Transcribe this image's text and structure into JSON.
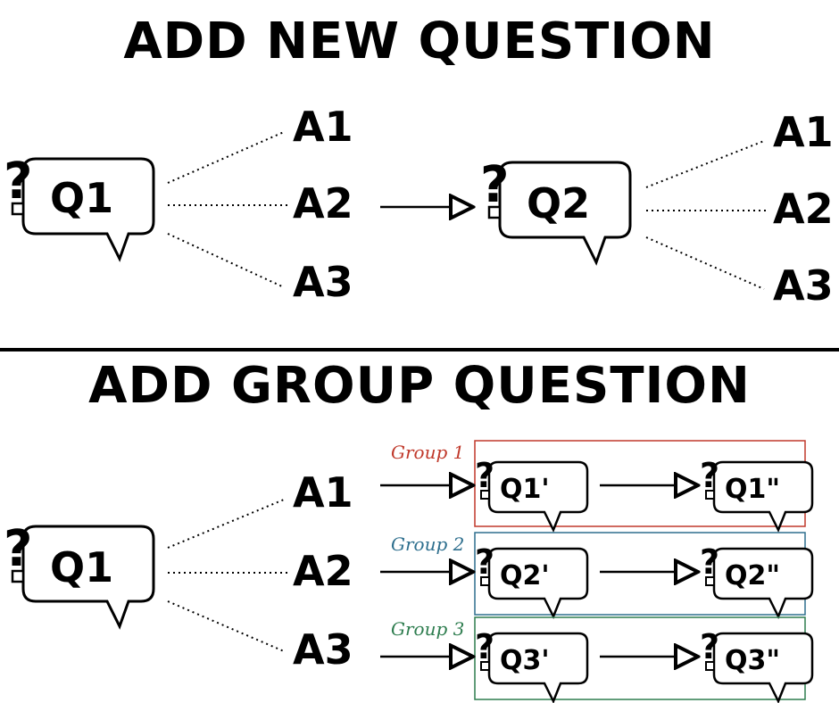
{
  "top": {
    "title": "ADD NEW QUESTION",
    "question1": "Q1",
    "answers1": [
      "A1",
      "A2",
      "A3"
    ],
    "question2": "Q2",
    "answers2": [
      "A1",
      "A2",
      "A3"
    ]
  },
  "bottom": {
    "title": "ADD GROUP QUESTION",
    "question": "Q1",
    "answers": [
      "A1",
      "A2",
      "A3"
    ],
    "groups": [
      {
        "label": "Group 1",
        "color": "#c0392b",
        "first": "Q1'",
        "second": "Q1\""
      },
      {
        "label": "Group 2",
        "color": "#2e6f8e",
        "first": "Q2'",
        "second": "Q2\""
      },
      {
        "label": "Group 3",
        "color": "#2e7d4f",
        "first": "Q3'",
        "second": "Q3\""
      }
    ]
  },
  "icons": {
    "question_mark": "?"
  },
  "colors": {
    "ink": "#000000"
  }
}
